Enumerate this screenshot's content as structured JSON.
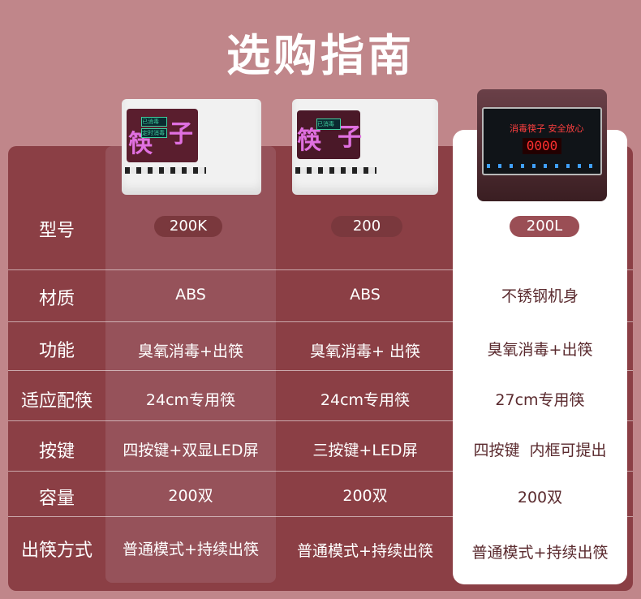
{
  "title": "选购指南",
  "rows": [
    {
      "label": "型号",
      "k": "200K",
      "s": "200",
      "l": "200L"
    },
    {
      "label": "材质",
      "k": "ABS",
      "s": "ABS",
      "l": "不锈钢机身"
    },
    {
      "label": "功能",
      "k": "臭氧消毒+出筷",
      "s": "臭氧消毒+ 出筷",
      "l": "臭氧消毒+出筷"
    },
    {
      "label": "适应配筷",
      "k": "24cm专用筷",
      "s": "24cm专用筷",
      "l": "27cm专用筷"
    },
    {
      "label": "按键",
      "k": "四按键+双显LED屏",
      "s": "三按键+LED屏",
      "l": "四按键  内框可提出"
    },
    {
      "label": "容量",
      "k": "200双",
      "s": "200双",
      "l": "200双"
    },
    {
      "label": "出筷方式",
      "k": "普通模式+持续出筷",
      "s": "普通模式+持续出筷",
      "l": "普通模式+持续出筷"
    }
  ],
  "products": {
    "k": {
      "glyph1": "筷",
      "glyph2": "子",
      "lcd1": "已消毒",
      "lcd2": "定时消毒"
    },
    "s": {
      "glyph1": "筷",
      "glyph2": "子",
      "lcd1": "已消毒"
    },
    "l": {
      "panel_text": "消毒筷子 安全放心",
      "display": "0000"
    }
  },
  "colors": {
    "background": "#c0868a",
    "table": "#8b3f45",
    "highlight": "#ffffff"
  }
}
